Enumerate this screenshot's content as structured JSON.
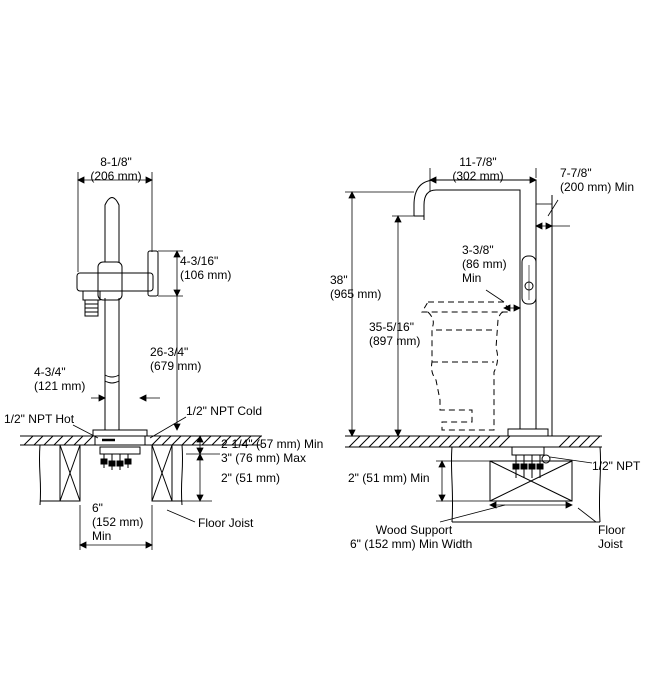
{
  "side_view": {
    "width_top": "8-1/8\"",
    "width_top_mm": "(206 mm)",
    "handle_height": "4-3/16\"",
    "handle_height_mm": "(106 mm)",
    "spout_height": "26-3/4\"",
    "spout_height_mm": "(679 mm)",
    "base_offset": "4-3/4\"",
    "base_offset_mm": "(121 mm)",
    "npt_hot": "1/2\" NPT Hot",
    "npt_cold": "1/2\" NPT Cold",
    "floor_min": "2-1/4\" (57 mm) Min",
    "floor_max": "3\" (76 mm) Max",
    "joist_depth": "2\" (51 mm)",
    "joist_spacing": "6\"",
    "joist_spacing_mm": "(152 mm)",
    "joist_spacing_min": "Min",
    "floor_joist": "Floor Joist"
  },
  "front_view": {
    "spout_reach": "11-7/8\"",
    "spout_reach_mm": "(302 mm)",
    "clearance": "7-7/8\"",
    "clearance_mm": "(200 mm) Min",
    "total_height": "38\"",
    "total_height_mm": "(965 mm)",
    "toilet_gap": "3-3/8\"",
    "toilet_gap_mm": "(86 mm)",
    "toilet_gap_min": "Min",
    "spout_height": "35-5/16\"",
    "spout_height_mm": "(897 mm)",
    "support_depth": "2\" (51 mm) Min",
    "npt": "1/2\" NPT",
    "wood_support": "Wood Support",
    "wood_support_width": "6\" (152 mm) Min Width",
    "floor_joist_1": "Floor",
    "floor_joist_2": "Joist"
  }
}
